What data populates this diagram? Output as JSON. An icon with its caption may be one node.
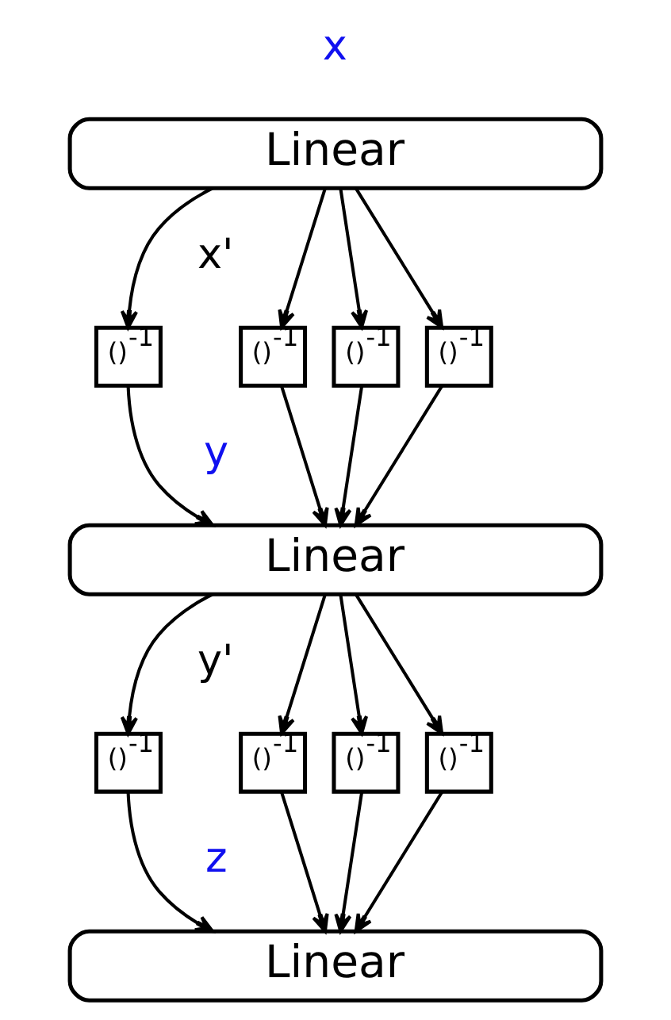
{
  "diagram": {
    "nodes": [
      {
        "text": [
          "Linear"
        ]
      },
      {
        "text": [
          "()$^{-1}$"
        ]
      },
      {
        "text": [
          "()$^{-1}$"
        ]
      },
      {
        "text": [
          "()$^{-1}$"
        ]
      },
      {
        "text": [
          "()$^{-1}$"
        ]
      },
      {
        "text": [
          "Linear"
        ]
      },
      {
        "text": [
          "()$^{-1}$"
        ]
      },
      {
        "text": [
          "()$^{-1}$"
        ]
      },
      {
        "text": [
          "()$^{-1}$"
        ]
      },
      {
        "text": [
          "()$^{-1}$"
        ]
      },
      {
        "text": [
          "Linear"
        ]
      }
    ],
    "edges": [
      {
        "from": 0,
        "to": 1,
        "arrow": "to"
      },
      {
        "from": 0,
        "to": 2,
        "arrow": "to"
      },
      {
        "from": 0,
        "to": 3,
        "arrow": "to"
      },
      {
        "from": 0,
        "to": 4,
        "arrow": "to"
      },
      {
        "from": 1,
        "to": 5,
        "arrow": "to"
      },
      {
        "from": 2,
        "to": 5,
        "arrow": "to"
      },
      {
        "from": 3,
        "to": 5,
        "arrow": "to"
      },
      {
        "from": 4,
        "to": 5,
        "arrow": "to"
      },
      {
        "from": 5,
        "to": 6,
        "arrow": "to"
      },
      {
        "from": 5,
        "to": 7,
        "arrow": "to"
      },
      {
        "from": 5,
        "to": 8,
        "arrow": "to"
      },
      {
        "from": 5,
        "to": 9,
        "arrow": "to"
      },
      {
        "from": 6,
        "to": 10,
        "arrow": "to"
      },
      {
        "from": 7,
        "to": 10,
        "arrow": "to"
      },
      {
        "from": 8,
        "to": 10,
        "arrow": "to"
      },
      {
        "from": 9,
        "to": 10,
        "arrow": "to"
      }
    ],
    "labels": [
      "x",
      "x'",
      "y",
      "y'",
      "z"
    ]
  }
}
